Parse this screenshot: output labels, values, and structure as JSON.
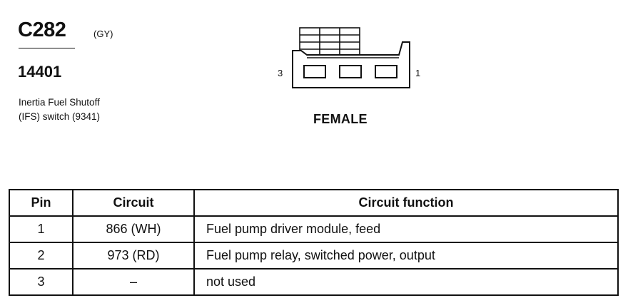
{
  "connector": {
    "id": "C282",
    "color_code": "(GY)",
    "part_number": "14401",
    "description_lines": [
      "Inertia Fuel Shutoff",
      "(IFS) switch (9341)"
    ],
    "gender": "FEMALE",
    "pin_labels": {
      "left": "3",
      "right": "1"
    }
  },
  "table": {
    "headers": {
      "pin": "Pin",
      "circuit": "Circuit",
      "function": "Circuit function"
    },
    "rows": [
      {
        "pin": "1",
        "circuit": "866 (WH)",
        "function": "Fuel pump driver module, feed"
      },
      {
        "pin": "2",
        "circuit": "973 (RD)",
        "function": "Fuel pump relay, switched power, output"
      },
      {
        "pin": "3",
        "circuit": "–",
        "function": "not used"
      }
    ]
  }
}
